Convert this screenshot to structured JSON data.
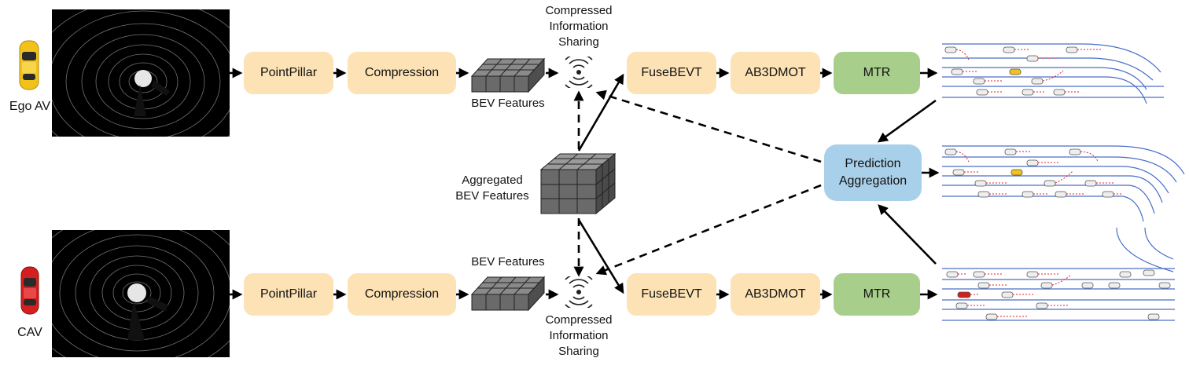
{
  "ego": {
    "label": "Ego AV",
    "car_color": "#f2c21b"
  },
  "cav": {
    "label": "CAV",
    "car_color": "#d31f1f"
  },
  "top_row": {
    "pointpillar": "PointPillar",
    "compression": "Compression",
    "bev_features": "BEV Features",
    "sharing_line1": "Compressed",
    "sharing_line2": "Information",
    "sharing_line3": "Sharing",
    "fusebevt": "FuseBEVT",
    "ab3dmot": "AB3DMOT",
    "mtr": "MTR"
  },
  "bottom_row": {
    "pointpillar": "PointPillar",
    "compression": "Compression",
    "bev_features": "BEV Features",
    "sharing_line1": "Compressed",
    "sharing_line2": "Information",
    "sharing_line3": "Sharing",
    "fusebevt": "FuseBEVT",
    "ab3dmot": "AB3DMOT",
    "mtr": "MTR"
  },
  "center": {
    "aggregated_line1": "Aggregated",
    "aggregated_line2": "BEV Features"
  },
  "aggregation": {
    "line1": "Prediction",
    "line2": "Aggregation"
  },
  "colors": {
    "module_fill": "#fde2b5",
    "mtr_fill": "#a7cf8b",
    "aggregation_fill": "#a9d0ea",
    "lane_color": "#4a6fc7",
    "trajectory_color": "#e02020"
  },
  "icons": {
    "wifi": "wireless-signal-icon",
    "bev": "feature-grid-icon"
  }
}
